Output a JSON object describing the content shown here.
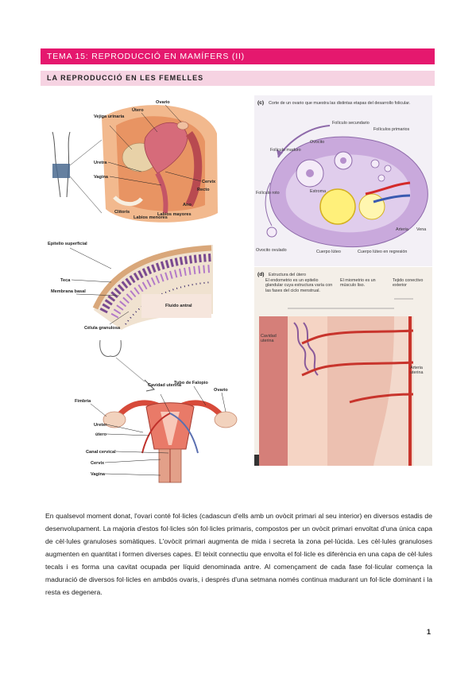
{
  "header": {
    "title": "TEMA 15: REPRODUCCIÓ EN MAMÍFERS (II)",
    "subtitle": "LA REPRODUCCIÓ EN LES FEMELLES"
  },
  "fig_pelvis": {
    "labels": [
      "Ovario",
      "Útero",
      "Vejiga urinaria",
      "Uretra",
      "Vagina",
      "Cervix",
      "Recto",
      "Ano",
      "Clítoris",
      "Labios menores",
      "Labios mayores"
    ]
  },
  "fig_follicle": {
    "labels": [
      "Epitelio superficial",
      "Teca",
      "Membrana basal",
      "Fluido antral",
      "Célula granulosa"
    ]
  },
  "fig_uterus": {
    "labels": [
      "Cavidad uterina",
      "Tubo de Falopio",
      "Ovario",
      "Fimbria",
      "Ureter",
      "útero",
      "Canal cervical",
      "Cervix",
      "Vagina"
    ]
  },
  "fig_ovary": {
    "caption_letter": "(c)",
    "caption": "Corte de un ovario que muestra las distintas etapas del desarrollo folicular.",
    "labels": [
      "Folículo secundario",
      "Folículos primarios",
      "Ovocito",
      "Folículo maduro",
      "Estroma",
      "Folículo roto",
      "Arteria",
      "Vena",
      "Ovocito ovulado",
      "Cuerpo lúteo",
      "Cuerpo lúteo en regresión"
    ]
  },
  "fig_endometrium": {
    "caption_letter": "(d)",
    "caption": "Estructura del útero",
    "labels": [
      "El endometrio es un epitelio glandular cuya estructura varía con las fases del ciclo menstrual.",
      "El miometrio es un músculo liso.",
      "Tejido conectivo exterior",
      "Cavidad uterina",
      "Arteria uterina"
    ]
  },
  "body": {
    "paragraph": "En qualsevol moment donat, l'ovari conté fol·licles (cadascun d'ells amb un ovòcit primari al seu interior) en diversos estadis de desenvolupament. La majoria d'estos fol·licles són fol·licles primaris, compostos per un ovòcit primari envoltat d'una única capa de cèl·lules granuloses somàtiques. L'ovòcit primari augmenta de mida i secreta la zona pel·lúcida. Les cèl·lules granuloses augmenten en quantitat i formen diverses capes. El teixit connectiu que envolta el fol·licle es diferència en una capa de cèl·lules tecals i es forma una cavitat ocupada per líquid denominada antre. Al començament de cada fase fol·licular comença la maduració de diversos fol·licles en ambdós ovaris, i després d'una setmana només continua madurant un fol·licle dominant i la resta es degenera."
  },
  "footer": {
    "page": "1"
  },
  "colors": {
    "accent": "#e5186e",
    "accent_light": "#f6d3e2"
  }
}
